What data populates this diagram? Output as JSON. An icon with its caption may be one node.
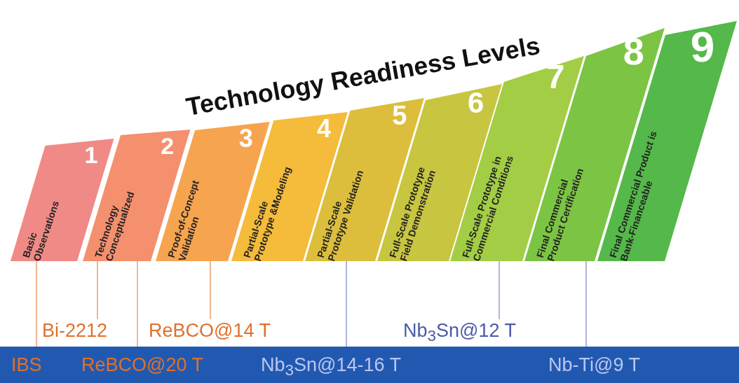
{
  "diagram": {
    "title": "Technology Readiness Levels",
    "nodes": [
      {
        "text": [
          "1",
          "Basic Observations"
        ]
      },
      {
        "text": [
          "2",
          "Technology Conceptualized"
        ]
      },
      {
        "text": [
          "3",
          "Proof-of-Concept Validation"
        ]
      },
      {
        "text": [
          "4",
          "Partial-Scale Prototype &Modeling"
        ]
      },
      {
        "text": [
          "5",
          "Partial-Scale Prototype Validation"
        ]
      },
      {
        "text": [
          "6",
          "Full-Scale Prototype Field Demonstration"
        ]
      },
      {
        "text": [
          "7",
          "Full-Scale Prototype in Commercial Conditions"
        ]
      },
      {
        "text": [
          "8",
          "Final Commercial Product Certification"
        ]
      },
      {
        "text": [
          "9",
          "Final Commercial Product is Bank-Financeable"
        ]
      },
      {
        "text": [
          "Bi-2212"
        ]
      },
      {
        "text": [
          "ReBCO@14 T"
        ]
      },
      {
        "text": [
          "Nb$_{3}$Sn@12 T"
        ]
      },
      {
        "text": [],
        "shape": "bar"
      },
      {
        "text": [
          "IBS"
        ],
        "in": 12
      },
      {
        "text": [
          "ReBCO@20 T"
        ],
        "in": 12
      },
      {
        "text": [
          "Nb$_{3}$Sn@14-16 T"
        ],
        "in": 12
      },
      {
        "text": [
          "Nb-Ti@9 T"
        ],
        "in": 12
      }
    ],
    "edges": [
      {
        "from": 13,
        "to": 0,
        "arrow": "none"
      },
      {
        "from": 9,
        "to": 1,
        "arrow": "none"
      },
      {
        "from": 14,
        "to": 1,
        "arrow": "none"
      },
      {
        "from": 10,
        "to": 2,
        "arrow": "none"
      },
      {
        "from": 15,
        "to": 4,
        "arrow": "none",
        "color": "#5b6fb0"
      },
      {
        "from": 11,
        "to": 6,
        "arrow": "none",
        "color": "#5b6fb0"
      },
      {
        "from": 16,
        "to": 7,
        "arrow": "none",
        "color": "#5b6fb0"
      }
    ]
  }
}
